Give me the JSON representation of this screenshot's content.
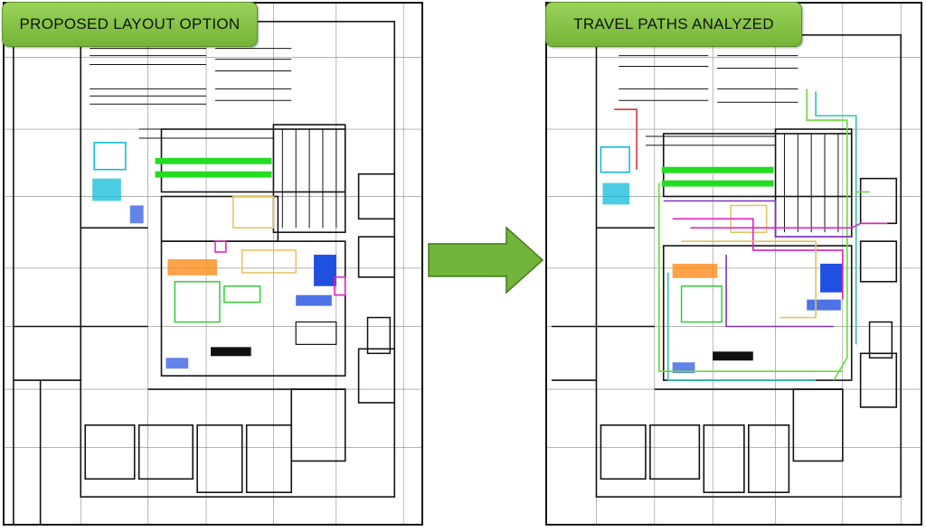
{
  "left_panel": {
    "title": "PROPOSED LAYOUT OPTION"
  },
  "right_panel": {
    "title": "TRAVEL PATHS ANALYZED"
  },
  "arrow": {
    "color": "#72b53a",
    "direction": "right"
  },
  "colors": {
    "walls": "#111111",
    "grid": "#888888",
    "conveyor_green": "#22dd22",
    "cyan": "#00b7d6",
    "blue": "#2050e0",
    "orange": "#ff8c1a",
    "magenta": "#e020c0",
    "yellow": "#e6c060",
    "green_equipment": "#33cc33",
    "path_red": "#e03030",
    "path_purple": "#8030c0",
    "path_lime": "#66dd33",
    "path_teal": "#30c0b0"
  }
}
